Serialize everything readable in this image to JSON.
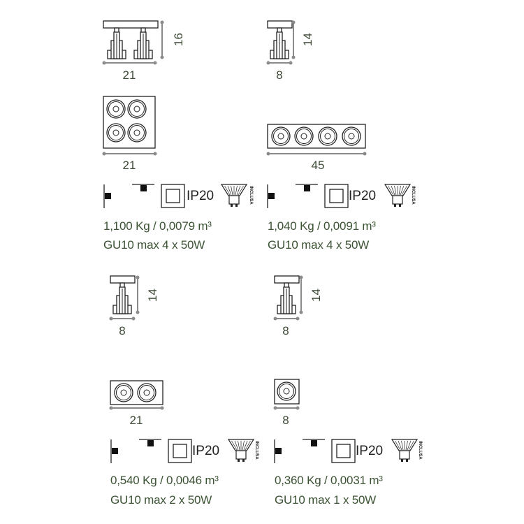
{
  "products": [
    {
      "side_height": "16",
      "side_width": "21",
      "top_width": "21",
      "ip": "IP20",
      "bulb_note": "INCLUSA",
      "weight_volume": "1,100 Kg / 0,0079 m³",
      "lamp": "GU10 max 4 x 50W"
    },
    {
      "side_height": "14",
      "side_width": "8",
      "top_width": "45",
      "ip": "IP20",
      "bulb_note": "INCLUSA",
      "weight_volume": "1,040 Kg / 0,0091 m³",
      "lamp": "GU10 max 4 x 50W"
    },
    {
      "side_height": "14",
      "side_width": "8",
      "top_width": "21",
      "ip": "IP20",
      "bulb_note": "INCLUSA",
      "weight_volume": "0,540 Kg / 0,0046 m³",
      "lamp": "GU10 max 2 x 50W"
    },
    {
      "side_height": "14",
      "side_width": "8",
      "top_width": "8",
      "ip": "IP20",
      "bulb_note": "INCLUSA",
      "weight_volume": "0,360 Kg / 0,0031 m³",
      "lamp": "GU10 max 1 x 50W"
    }
  ],
  "colors": {
    "text": "#3b5233",
    "line": "#222222",
    "dimension": "#8a8a8a"
  }
}
